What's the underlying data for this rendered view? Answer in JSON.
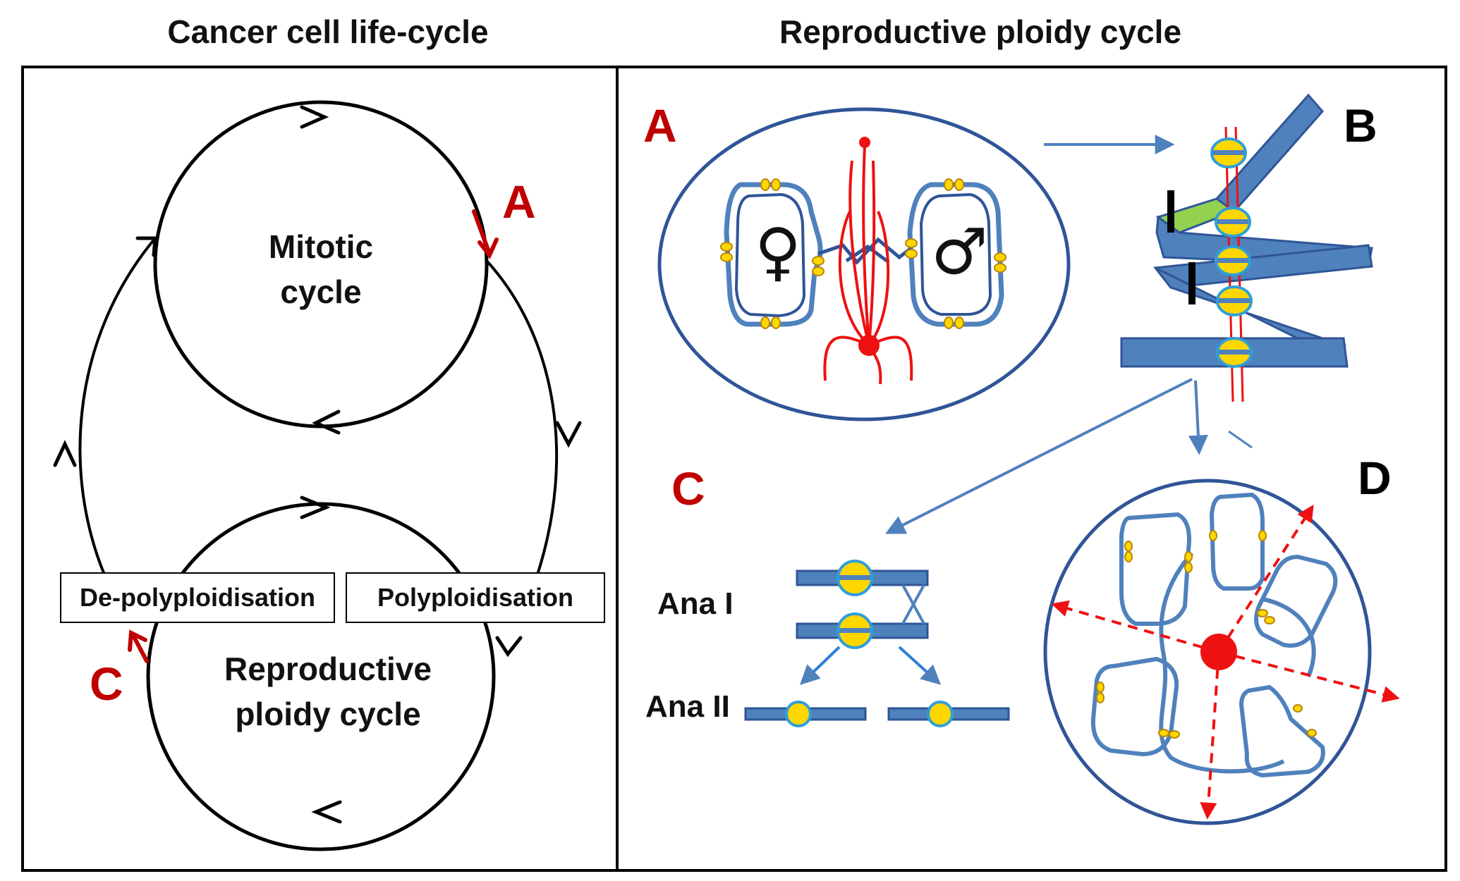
{
  "headers": {
    "left": "Cancer cell life-cycle",
    "right": "Reproductive ploidy cycle"
  },
  "left_panel": {
    "mitotic_cycle": [
      "Mitotic",
      "cycle"
    ],
    "reproductive_cycle": [
      "Reproductive",
      "ploidy cycle"
    ],
    "label_depolyploidisation": "De-polyploidisation",
    "label_polyploidisation": "Polyploidisation",
    "marker_a": "A",
    "marker_c": "C"
  },
  "right_panel": {
    "letters": {
      "a": "A",
      "b": "B",
      "c": "C",
      "d": "D"
    },
    "female_symbol": "♀",
    "male_symbol": "♂",
    "ana_1": "Ana I",
    "ana_2": "Ana II"
  },
  "colors": {
    "line": "#000000",
    "accent_red": "#c00000",
    "spindle_red": "#ee1111",
    "chromosome_blue": "#4f81bd",
    "chromosome_outline": "#2f5597",
    "centromere_yellow": "#ffd700",
    "highlight_green": "#92d050"
  }
}
